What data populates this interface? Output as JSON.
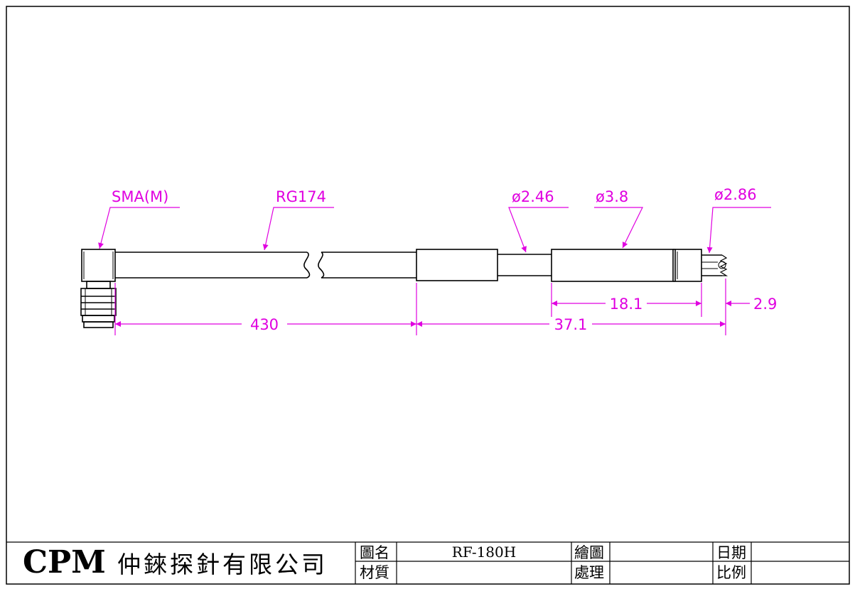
{
  "drawing": {
    "labels": {
      "connector": "SMA(M)",
      "cable": "RG174",
      "dia_1": "ø2.46",
      "dia_2": "ø3.8",
      "dia_3": "ø2.86"
    },
    "dimensions": {
      "cable_length": "430",
      "overall_tail": "37.1",
      "body_length": "18.1",
      "tip_length": "2.9"
    },
    "colors": {
      "line": "#000000",
      "dimension": "#e000e0"
    }
  },
  "title_block": {
    "company_latin": "CPM",
    "company_cjk": "仲錸探針有限公司",
    "drawing_name_label": "圖名",
    "drawing_name_value": "RF-180H",
    "material_label": "材質",
    "material_value": "",
    "drawn_label": "繪圖",
    "drawn_value": "",
    "treatment_label": "處理",
    "treatment_value": "",
    "date_label": "日期",
    "date_value": "",
    "scale_label": "比例",
    "scale_value": ""
  }
}
